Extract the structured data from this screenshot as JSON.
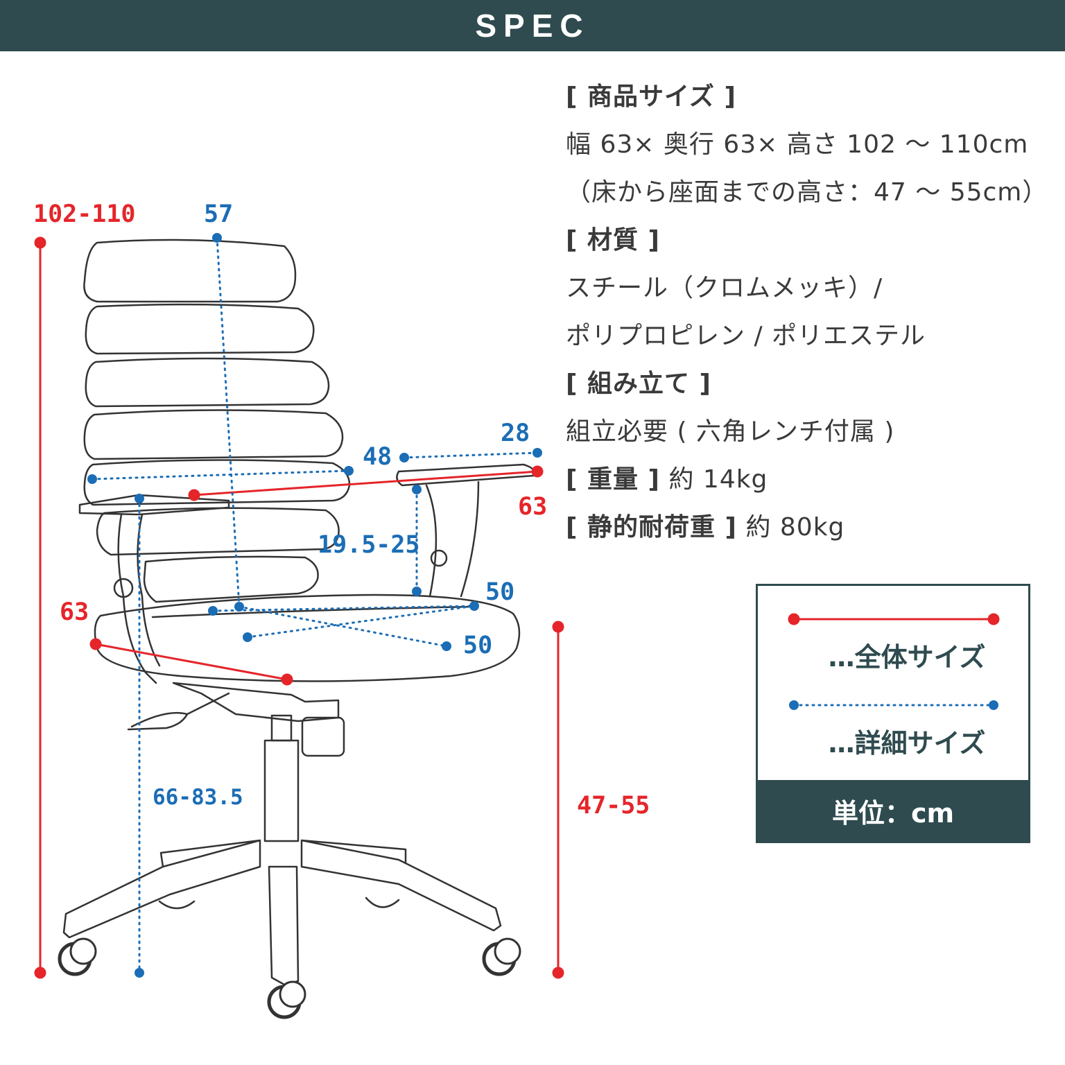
{
  "header": {
    "title": "SPEC"
  },
  "dimensions": {
    "overall_height": "102-110",
    "back_height": "57",
    "arm_width": "28",
    "arm_length": "48",
    "total_depth": "63",
    "armrest_height": "19.5-25",
    "seat_width": "50",
    "seat_depth": "50",
    "total_width": "63",
    "armrest_floor_height": "66-83.5",
    "seat_height": "47-55"
  },
  "spec": {
    "size_heading": "[ 商品サイズ ]",
    "size_value": "幅 63× 奥行 63× 高さ 102 ～ 110cm",
    "seat_height_note": "（床から座面までの高さ：47 ～ 55cm）",
    "material_heading": "[ 材質 ]",
    "material_line1": "スチール（クロムメッキ）/",
    "material_line2": "ポリプロピレン / ポリエステル",
    "assembly_heading": "[ 組み立て ]",
    "assembly_value": "組立必要 ( 六角レンチ付属 )",
    "weight_heading": "[ 重量 ]",
    "weight_value": "約 14kg",
    "load_heading": "[ 静的耐荷重 ]",
    "load_value": "約 80kg"
  },
  "legend": {
    "overall_label": "…全体サイズ",
    "detail_label": "…詳細サイズ",
    "unit_label": "単位：cm"
  },
  "colors": {
    "header": "#2f4b4f",
    "overall": "#e5252a",
    "detail": "#1b6db5"
  }
}
